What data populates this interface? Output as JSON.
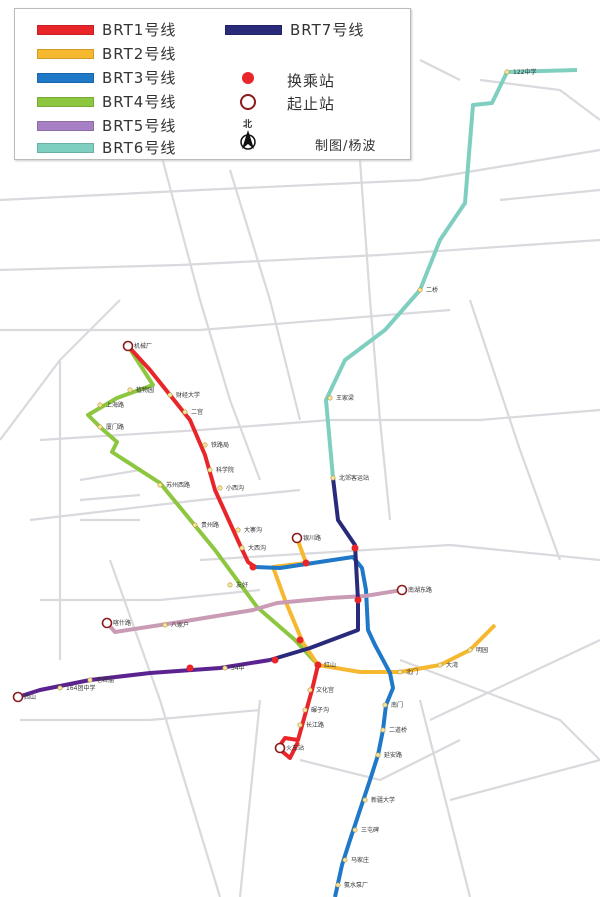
{
  "legend": {
    "lines": [
      {
        "label": "BRT1号线",
        "color": "#e8262a"
      },
      {
        "label": "BRT2号线",
        "color": "#f5b82e"
      },
      {
        "label": "BRT3号线",
        "color": "#1f78c8"
      },
      {
        "label": "BRT4号线",
        "color": "#8dc63f"
      },
      {
        "label": "BRT5号线",
        "color": "#a77fc4"
      },
      {
        "label": "BRT6号线",
        "color": "#7fcfc0"
      },
      {
        "label": "BRT7号线",
        "color": "#2a2a7a"
      }
    ],
    "transfer_station": "换乘站",
    "terminal_station": "起止站",
    "north_label": "北",
    "credit": "制图/杨波"
  },
  "colors": {
    "transfer": "#e8262a",
    "terminal": "#8b1a1a",
    "road": "#d9d9de",
    "lower_line": "#5b2390"
  },
  "stations": {
    "brt1": [
      "机械厂",
      "财经大学",
      "二宫",
      "铁路局",
      "科学院",
      "小西沟",
      "大寨沟",
      "大西沟",
      "文化宫",
      "碾子沟",
      "长江路",
      "火车站"
    ],
    "brt2": [
      "银川路",
      "北门",
      "大湾",
      "明园"
    ],
    "brt3": [
      "南门",
      "二道桥",
      "延安路",
      "新疆大学",
      "三屯碑",
      "马家庄",
      "氨水泵厂"
    ],
    "brt4": [
      "上海路",
      "厦门路",
      "植物园",
      "苏州西路",
      "贵州路",
      "友好"
    ],
    "brt5": [
      "喀什路",
      "八家户",
      "南湖东路"
    ],
    "brt6": [
      "122中学",
      "二桥",
      "王家梁",
      "北郊客运站"
    ],
    "brt7": [
      "西山",
      "164团中学",
      "老君庙",
      "34中",
      "红山"
    ]
  }
}
